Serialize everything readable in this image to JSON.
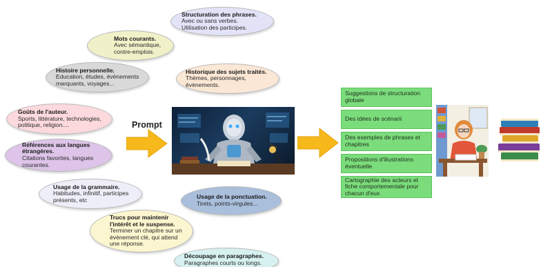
{
  "bubbles": [
    {
      "id": "structuration",
      "title": "Structuration des phrases.",
      "desc": "Avec ou sans verbes.\nUtilisation des participes.",
      "color": "#e3e3f8"
    },
    {
      "id": "mots",
      "title": "Mots courants.",
      "desc": "Avec sémantique,\ncontre-emplois.",
      "color": "#f0f1c8"
    },
    {
      "id": "histoire",
      "title": "Histoire personnelle.",
      "desc": "Education, études, évènements\nmarquants, voyages...",
      "color": "#d9d9d9"
    },
    {
      "id": "historique",
      "title": "Historique des sujets traités.",
      "desc": "Thèmes, personnages,\névènements.",
      "color": "#fbe7d5"
    },
    {
      "id": "gouts",
      "title": "Goûts de l'auteur.",
      "desc": "Sports, littérature, technologies,\npolitique, religion....",
      "color": "#fbd9dc"
    },
    {
      "id": "references",
      "title": "Références aux langues\nétrangères.",
      "desc": "Citations favorites, langues\ncourantes.",
      "color": "#ddc4e8"
    },
    {
      "id": "grammaire",
      "title": "Usage de la grammaire.",
      "desc": "Habitudes, infinitif, participes\nprésents, etc",
      "color": "#eeeef8"
    },
    {
      "id": "ponctuation",
      "title": "Usage de la ponctuation.",
      "desc": "Tirets, points-virgules...",
      "color": "#a9bfdc"
    },
    {
      "id": "trucs",
      "title": "Trucs pour maintenir\nl'intérêt et le suspense.",
      "desc": "Terminer un chapitre sur un\névènement clé, qui attend\nune réponse.",
      "color": "#fbf6cf"
    },
    {
      "id": "decoupage",
      "title": "Découpage en paragraphes.",
      "desc": "Paragraphes courts ou longs.",
      "color": "#d7f0f0"
    }
  ],
  "prompt_label": "Prompt",
  "outputs": [
    "Suggestions de structuration globale",
    "Des idées de scénarii",
    "Des exemples de phrases et chapitres",
    "Propositions d'illustrations éventuelle",
    "Cartographie des acteurs et fiche comportementale pour chacun d'eux"
  ],
  "colors": {
    "arrow": "#f6b81a",
    "output_box": "#7bdc7b"
  },
  "icons": {
    "center": "robot-writer-illustration",
    "writer": "woman-writer-illustration",
    "books": "book-stack-icon"
  }
}
